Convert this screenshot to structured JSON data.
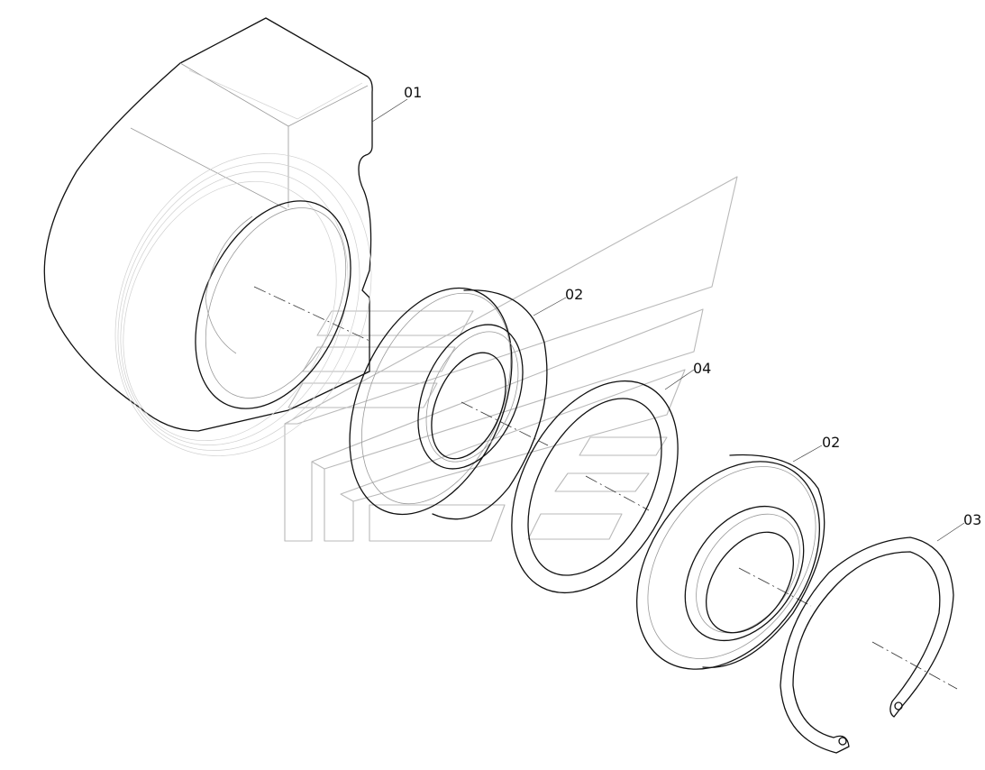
{
  "callouts": {
    "housing": "01",
    "bearing_a": "02",
    "spacer_ring": "04",
    "bearing_b": "02",
    "circlip": "03"
  },
  "colors": {
    "line": "#111111",
    "hidden": "#9a9a9a",
    "watermark": "#b9b9b9",
    "background": "#ffffff"
  }
}
